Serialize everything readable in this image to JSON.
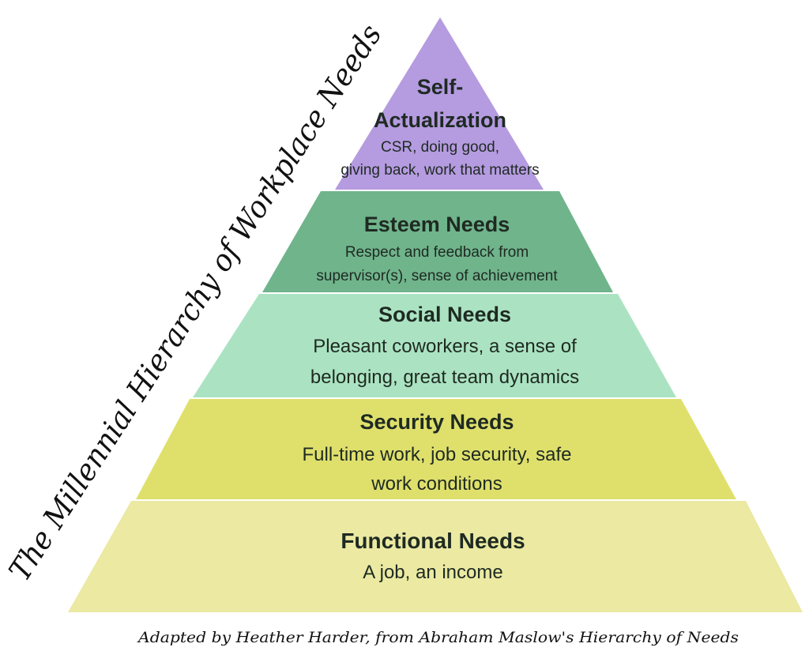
{
  "side_title": "The Millennial Hierarchy of Workplace Needs",
  "credit": "Adapted by Heather Harder, from Abraham Maslow's Hierarchy of Needs",
  "levels": [
    {
      "title_line1": "Self-",
      "title_line2": "Actualization",
      "desc_line1": "CSR, doing good,",
      "desc_line2": "giving back, work that matters",
      "color": "#b59be0"
    },
    {
      "title": "Esteem Needs",
      "desc_line1": "Respect and feedback from",
      "desc_line2": "supervisor(s), sense of achievement",
      "color": "#70b48c"
    },
    {
      "title": "Social Needs",
      "desc_line1": "Pleasant coworkers, a sense of",
      "desc_line2": "belonging, great team dynamics",
      "color": "#abe3c2"
    },
    {
      "title": "Security Needs",
      "desc_line1": "Full-time work, job security, safe",
      "desc_line2": "work conditions",
      "color": "#dfe06c"
    },
    {
      "title": "Functional Needs",
      "desc_line1": "A job, an income",
      "color": "#ebe9a2"
    }
  ]
}
